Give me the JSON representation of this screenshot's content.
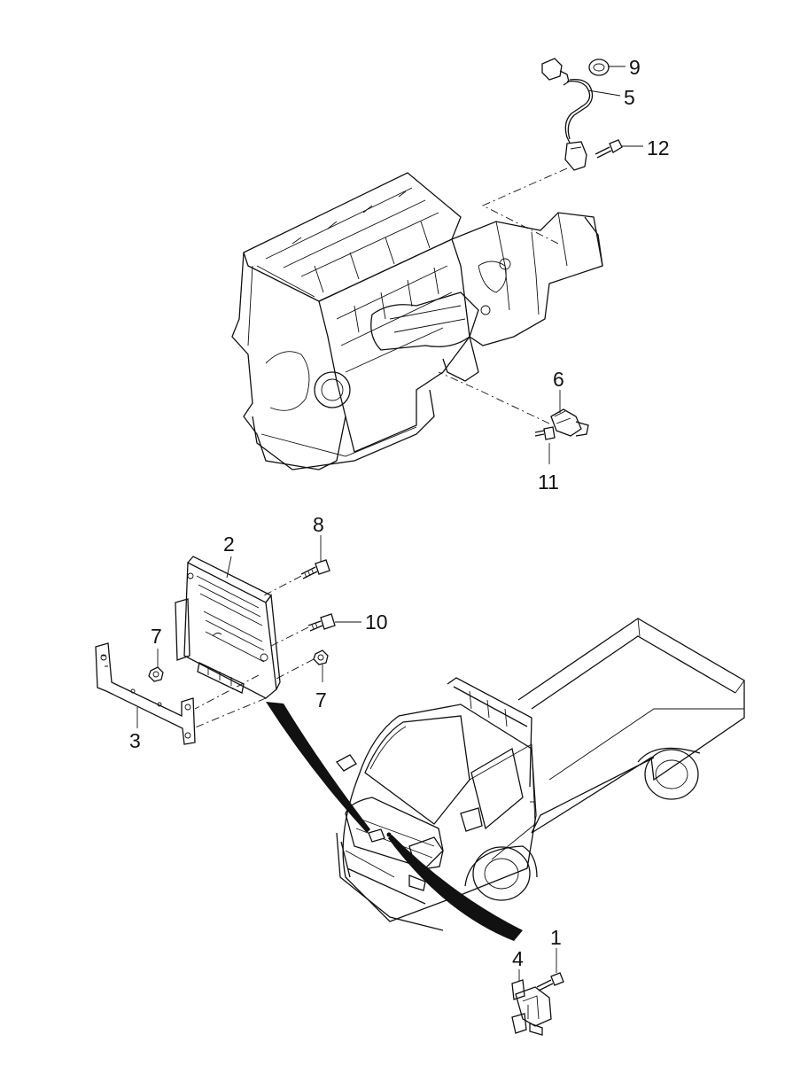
{
  "callouts": {
    "c1": "1",
    "c2": "2",
    "c3": "3",
    "c4": "4",
    "c5": "5",
    "c6": "6",
    "c7a": "7",
    "c7b": "7",
    "c8": "8",
    "c9": "9",
    "c10": "10",
    "c11": "11",
    "c12": "12"
  },
  "colors": {
    "line": "#111111",
    "background": "#ffffff"
  }
}
